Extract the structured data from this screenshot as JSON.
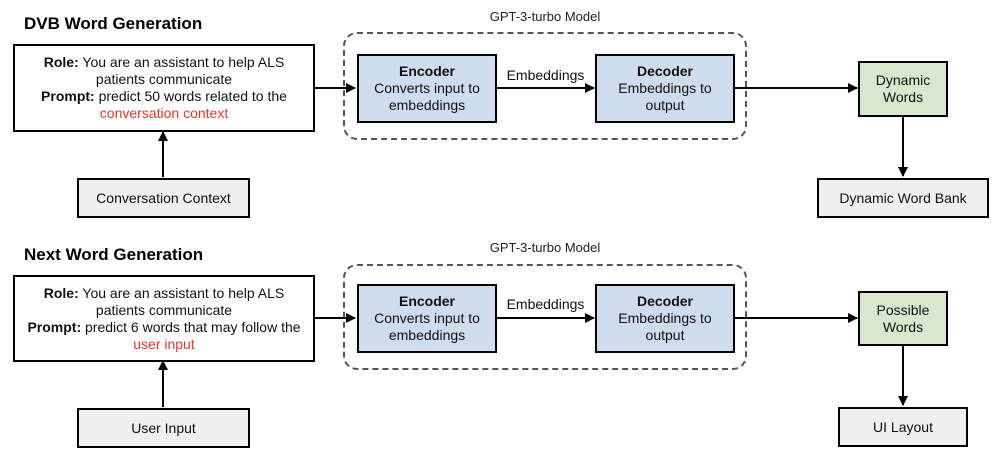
{
  "dvb": {
    "title": "DVB Word Generation",
    "model_label": "GPT-3-turbo Model",
    "prompt": {
      "role_label": "Role:",
      "role_text": "You are an assistant to help ALS",
      "role_text2": "patients communicate",
      "prompt_label": "Prompt:",
      "prompt_text": "predict 50 words related to the",
      "prompt_highlight": "conversation context"
    },
    "encoder": {
      "title": "Encoder",
      "line1": "Converts input to",
      "line2": "embeddings"
    },
    "embeddings_label": "Embeddings",
    "decoder": {
      "title": "Decoder",
      "line1": "Embeddings to",
      "line2": "output"
    },
    "output": {
      "line1": "Dynamic",
      "line2": "Words"
    },
    "input_source": "Conversation Context",
    "destination": "Dynamic Word Bank"
  },
  "next": {
    "title": "Next Word Generation",
    "model_label": "GPT-3-turbo Model",
    "prompt": {
      "role_label": "Role:",
      "role_text": "You are an assistant to help ALS",
      "role_text2": "patients communicate",
      "prompt_label": "Prompt:",
      "prompt_text": "predict 6 words that may follow the",
      "prompt_highlight": "user input"
    },
    "encoder": {
      "title": "Encoder",
      "line1": "Converts input to",
      "line2": "embeddings"
    },
    "embeddings_label": "Embeddings",
    "decoder": {
      "title": "Decoder",
      "line1": "Embeddings to",
      "line2": "output"
    },
    "output": {
      "line1": "Possible",
      "line2": "Words"
    },
    "input_source": "User Input",
    "destination": "UI Layout"
  },
  "colors": {
    "model_box": "#cfdcee",
    "output_box": "#d8e8cf",
    "grey_box": "#efefef",
    "highlight_text": "#e03a2b"
  }
}
